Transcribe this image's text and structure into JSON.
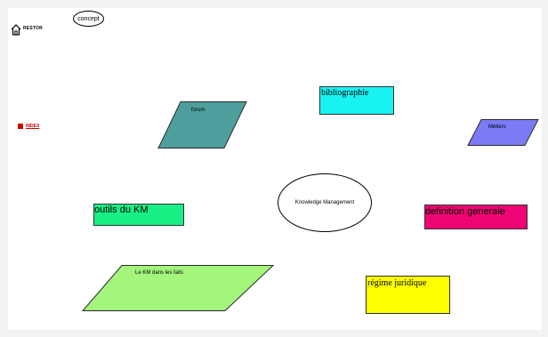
{
  "home": {
    "icon": "home-icon",
    "label": "RESTOR"
  },
  "index_link": {
    "icon": "square-bullet-icon",
    "label": "INDEX",
    "color": "#cc0000"
  },
  "concept": {
    "label": "concept"
  },
  "forum": {
    "label": "forum",
    "color": "#4d9e9c"
  },
  "bibliographie": {
    "label": "bibliographie",
    "color": "#19f2f2"
  },
  "metiers": {
    "label": "Métiers",
    "color": "#7b7bf5"
  },
  "outils": {
    "label": "outils du KM",
    "color": "#19ef84"
  },
  "km_center": {
    "label": "Knowledge Management"
  },
  "definition": {
    "label": "definition generale",
    "color": "#ee0573"
  },
  "km_faits": {
    "label": "Le KM dans les faits",
    "color": "#a3f57c"
  },
  "regime": {
    "label": "régime juridique",
    "color": "#ffff00"
  }
}
